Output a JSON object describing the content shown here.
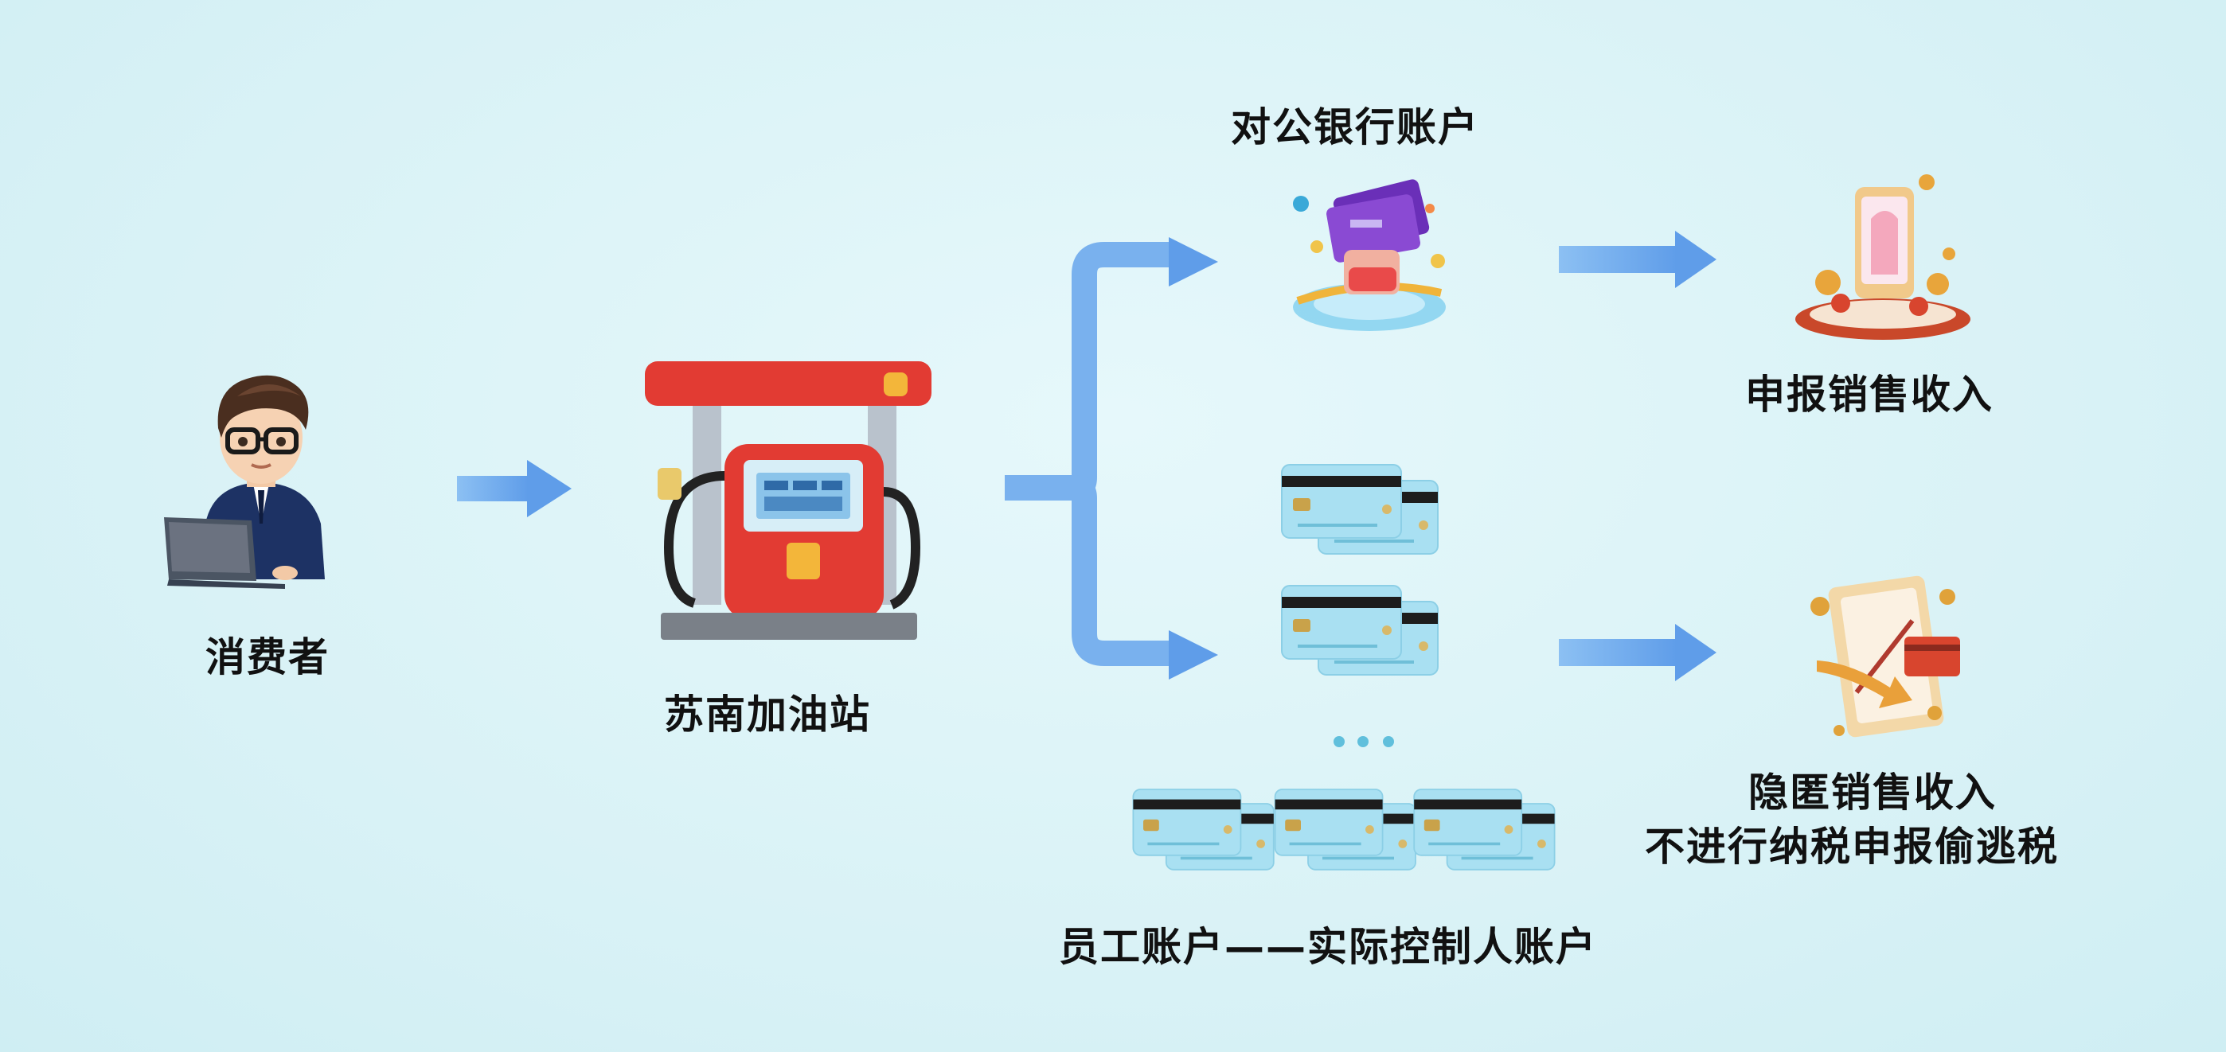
{
  "nodes": {
    "consumer": "消费者",
    "station": "苏南加油站",
    "corporate_account": "对公银行账户",
    "declare": "申报销售收入",
    "hide_line1": "隐匿销售收入",
    "hide_line2": "不进行纳税申报偷逃税",
    "employee_accounts": "员工账户——实际控制人账户"
  },
  "colors": {
    "background": "#d9f2f6",
    "arrow": "#6fa8ec",
    "pump_red": "#e23b33",
    "text": "#111111"
  },
  "icons": [
    "consumer-avatar-icon",
    "gas-pump-icon",
    "bank-card-icon",
    "revenue-phone-icon",
    "hidden-revenue-icon",
    "ellipsis-dots-icon"
  ]
}
